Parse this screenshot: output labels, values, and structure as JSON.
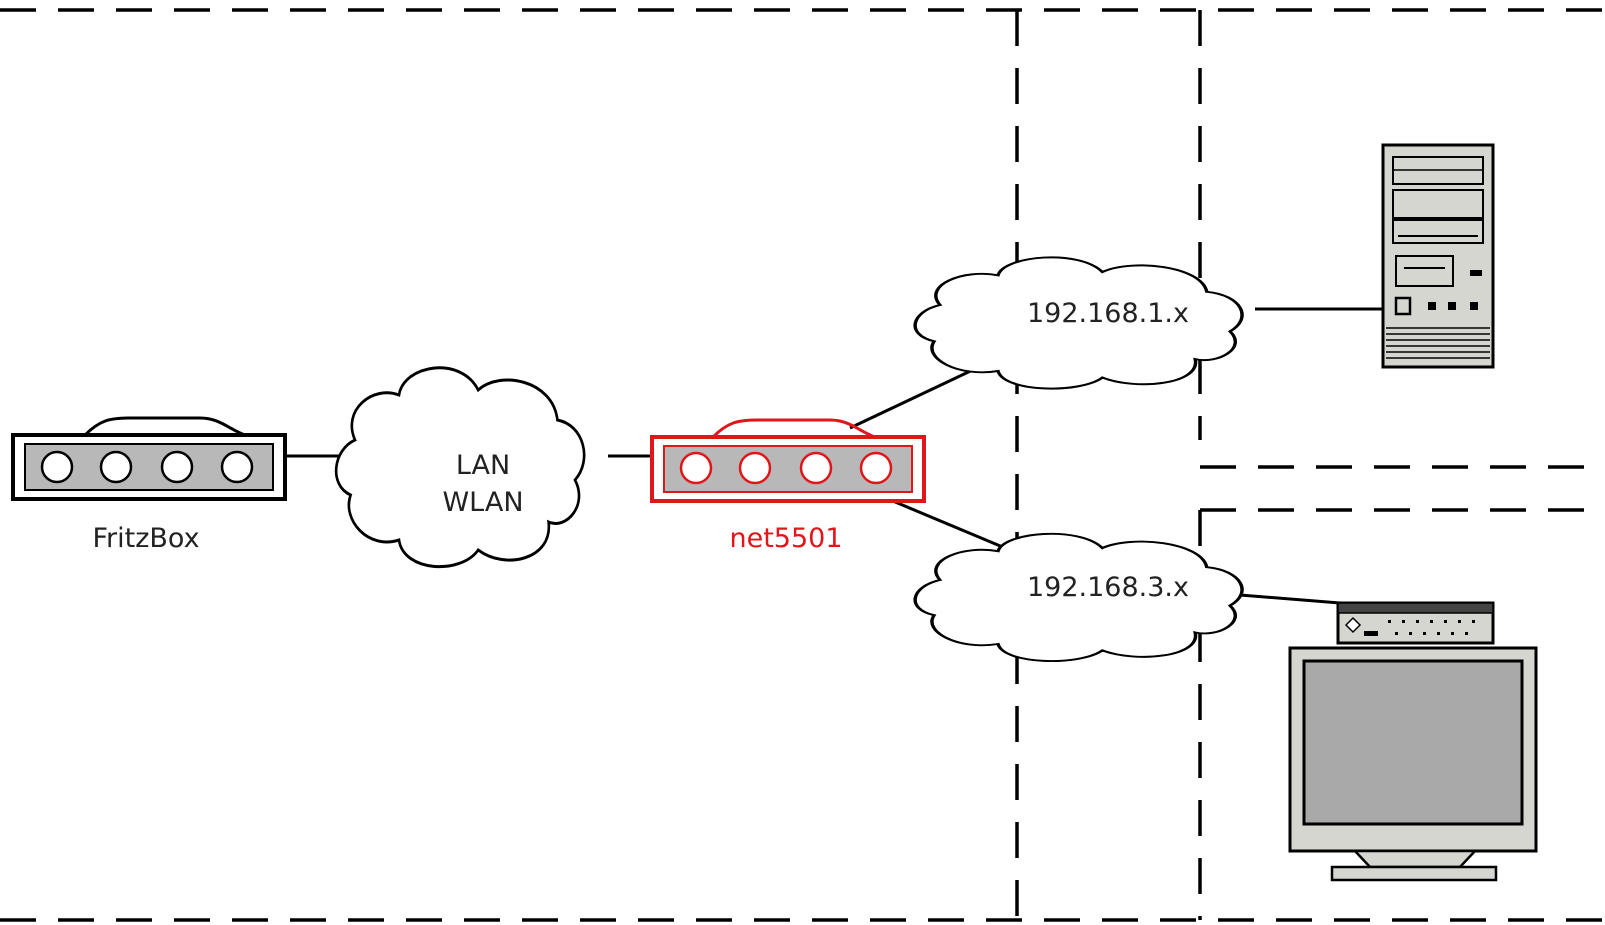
{
  "labels": {
    "fritzbox": "FritzBox",
    "cloud_lan_line1": "LAN",
    "cloud_lan_line2": "WLAN",
    "net5501": "net5501",
    "subnet_1": "192.168.1.x",
    "subnet_3": "192.168.3.x"
  },
  "colors": {
    "highlight": "#e0161b",
    "device_fill": "#b8b8b8",
    "monitor_screen": "#a9a9a9",
    "case_fill": "#d6d6d0",
    "line": "#000000",
    "text": "#222222"
  },
  "icons": {
    "fritzbox": "router-icon",
    "net5501": "router-icon",
    "server": "tower-pc-icon",
    "workstation": "monitor-pc-icon"
  }
}
